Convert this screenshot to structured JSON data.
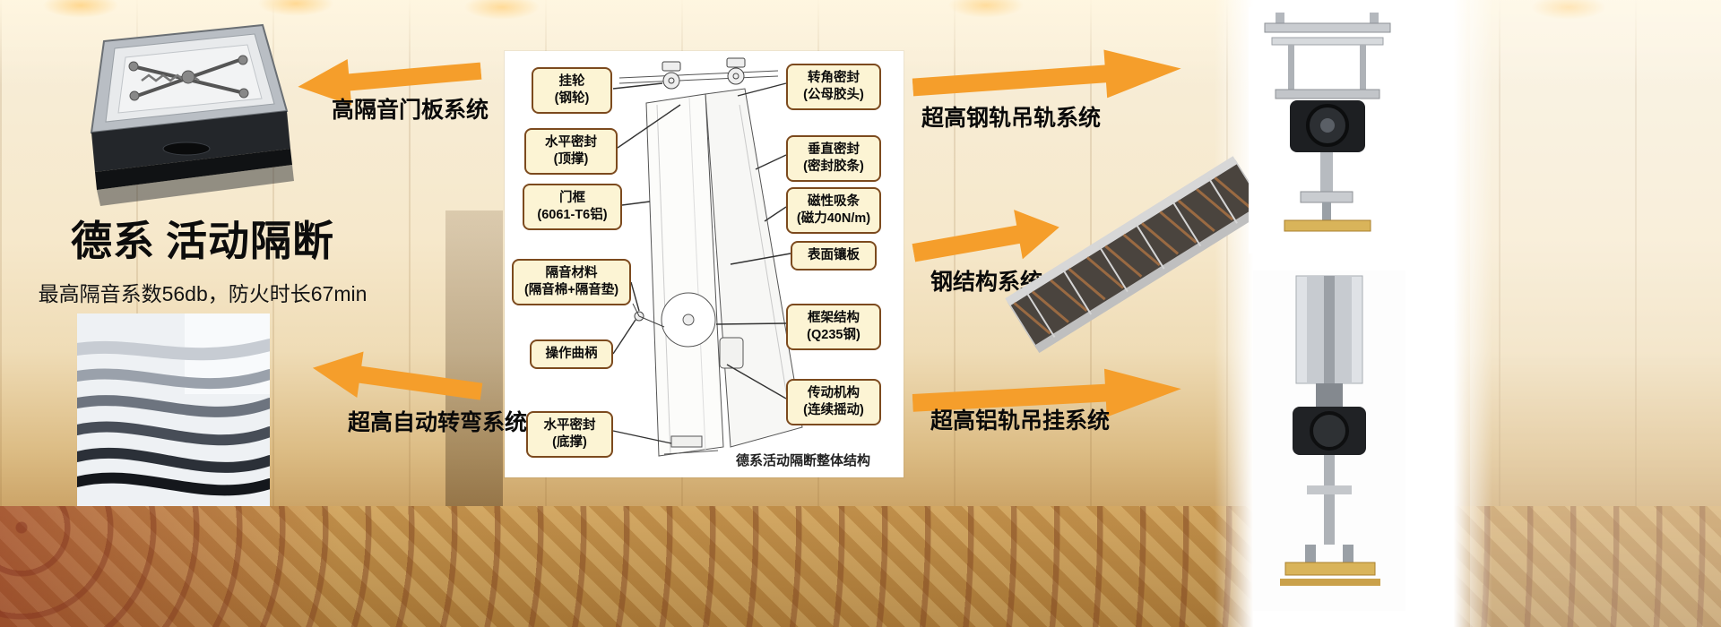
{
  "brand": {
    "title_main": "德系",
    "title_sub": "活动隔断",
    "tagline": "最高隔音系数56db，防火时长67min"
  },
  "arrows": {
    "left_top": {
      "label": "高隔音门板系统"
    },
    "left_bottom": {
      "label": "超高自动转弯系统"
    },
    "right_top": {
      "label": "超高钢轨吊轨系统"
    },
    "right_middle": {
      "label": "钢结构系统"
    },
    "right_bottom": {
      "label": "超高铝轨吊挂系统"
    }
  },
  "diagram": {
    "caption": "德系活动隔断整体结构",
    "labels_left": [
      {
        "text": "挂轮\n(钢轮)"
      },
      {
        "text": "水平密封\n(顶撑)"
      },
      {
        "text": "门框\n(6061-T6铝)"
      },
      {
        "text": "隔音材料\n(隔音棉+隔音垫)"
      },
      {
        "text": "操作曲柄"
      },
      {
        "text": "水平密封\n(底撑)"
      }
    ],
    "labels_right": [
      {
        "text": "转角密封\n(公母胶头)"
      },
      {
        "text": "垂直密封\n(密封胶条)"
      },
      {
        "text": "磁性吸条\n(磁力40N/m)"
      },
      {
        "text": "表面镶板"
      },
      {
        "text": "框架结构\n(Q235钢)"
      },
      {
        "text": "传动机构\n(连续摇动)"
      }
    ]
  },
  "colors": {
    "arrow_orange": "#F59E2B",
    "callout_bg": "#FCF4D4",
    "callout_border": "#7C4A1E",
    "carpet_gold": "#C99D59"
  }
}
